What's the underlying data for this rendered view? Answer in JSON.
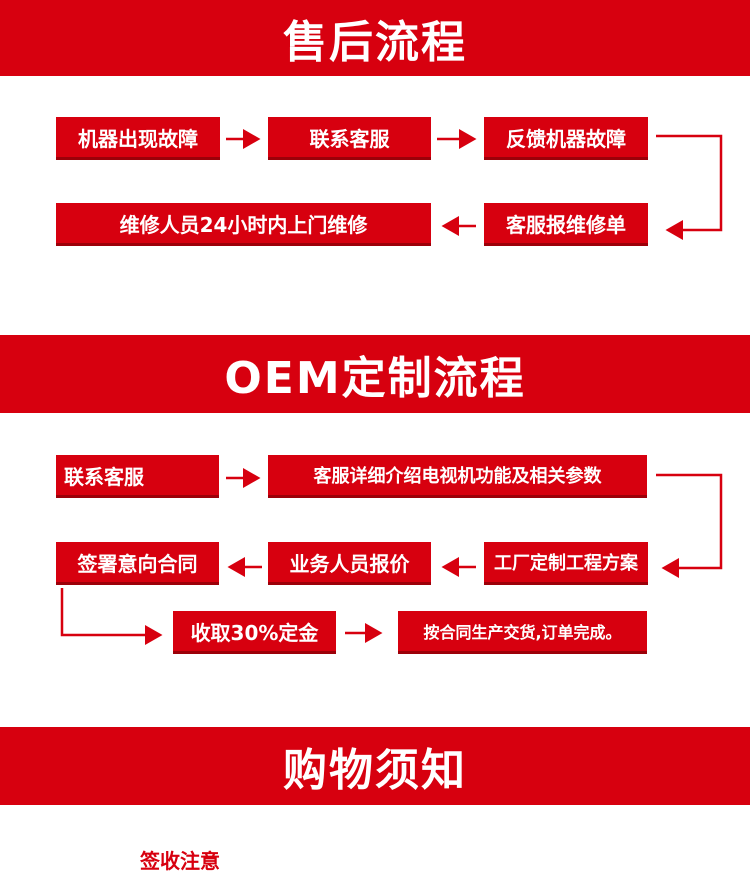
{
  "colors": {
    "accent": "#d7000f",
    "background": "#ffffff",
    "text": "#ffffff"
  },
  "after_sales": {
    "title": "售后流程",
    "steps": [
      "机器出现故障",
      "联系客服",
      "反馈机器故障",
      "客服报维修单",
      "维修人员24小时内上门维修"
    ]
  },
  "oem": {
    "title": "OEM定制流程",
    "steps": [
      "联系客服",
      "客服详细介绍电视机功能及相关参数",
      "工厂定制工程方案",
      "业务人员报价",
      "签署意向合同",
      "收取30%定金",
      "按合同生产交货,订单完成。"
    ]
  },
  "shopping": {
    "title": "购物须知",
    "notice": "签收注意"
  }
}
